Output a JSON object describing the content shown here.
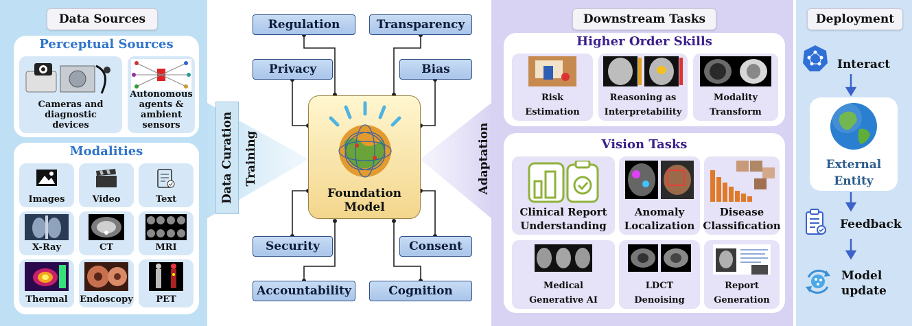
{
  "data_sources": {
    "title": "Data Sources",
    "perceptual": {
      "title": "Perceptual Sources",
      "items": [
        {
          "label": "Cameras and diagnostic devices"
        },
        {
          "label": "Autonomous agents & ambient sensors"
        }
      ]
    },
    "modalities": {
      "title": "Modalities",
      "items": [
        {
          "label": "Images"
        },
        {
          "label": "Video"
        },
        {
          "label": "Text"
        },
        {
          "label": "X-Ray"
        },
        {
          "label": "CT"
        },
        {
          "label": "MRI"
        },
        {
          "label": "Thermal"
        },
        {
          "label": "Endoscopy"
        },
        {
          "label": "PET"
        }
      ]
    }
  },
  "center": {
    "left_vertical": "Data Curation",
    "training": "Training",
    "adaptation": "Adaptation",
    "foundation_model": {
      "line1": "Foundation",
      "line2": "Model"
    },
    "topics": {
      "regulation": "Regulation",
      "transparency": "Transparency",
      "privacy": "Privacy",
      "bias": "Bias",
      "security": "Security",
      "consent": "Consent",
      "accountability": "Accountability",
      "cognition": "Cognition"
    }
  },
  "downstream": {
    "title": "Downstream Tasks",
    "higher_order": {
      "title": "Higher Order Skills",
      "items": [
        {
          "line1": "Risk",
          "line2": "Estimation"
        },
        {
          "line1": "Reasoning as",
          "line2": "Interpretability"
        },
        {
          "line1": "Modality",
          "line2": "Transform"
        }
      ]
    },
    "vision": {
      "title": "Vision Tasks",
      "items": [
        {
          "line1": "Clinical Report",
          "line2": "Understanding"
        },
        {
          "line1": "Anomaly",
          "line2": "Localization"
        },
        {
          "line1": "Disease",
          "line2": "Classification"
        },
        {
          "line1": "Medical",
          "line2": "Generative AI"
        },
        {
          "line1": "LDCT",
          "line2": "Denoising"
        },
        {
          "line1": "Report",
          "line2": "Generation"
        }
      ]
    }
  },
  "deployment": {
    "title": "Deployment",
    "interact": "Interact",
    "external": {
      "line1": "External",
      "line2": "Entity"
    },
    "feedback": "Feedback",
    "model_update": {
      "line1": "Model",
      "line2": "update"
    }
  },
  "colors": {
    "left_panel": "#bfe0f4",
    "downstream_panel": "#d8d3f3",
    "deployment_panel": "#cfe2f6",
    "topic_fill": "#b6cdee",
    "accent_blue": "#2f74c9",
    "accent_purple": "#3a1f8c"
  }
}
